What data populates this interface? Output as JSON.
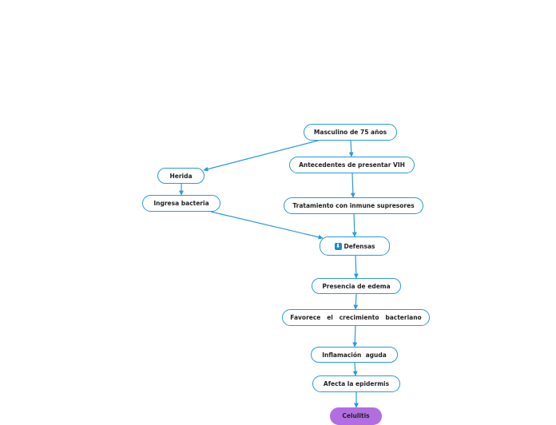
{
  "colors": {
    "connector": "#2a9ad6",
    "border": "#2a9ad6",
    "final": "#b26ee0",
    "icon": "#1e88d8"
  },
  "nodes": {
    "n_masc": "Masculino de 75 años",
    "n_vih": "Antecedentes de presentar VIH",
    "n_herida": "Herida",
    "n_ingresa": "Ingresa bacteria",
    "n_trat": "Tratamiento con inmune supresores",
    "n_def": "Defensas",
    "n_edema": "Presencia de edema",
    "n_crec": "Favorece   el   crecimiento   bacteriano",
    "n_inflam": "Inflamación  aguda",
    "n_epid": "Afecta la epidermis",
    "n_celu": "Celulitis"
  },
  "icons": {
    "defensas": "down-arrow-icon"
  }
}
